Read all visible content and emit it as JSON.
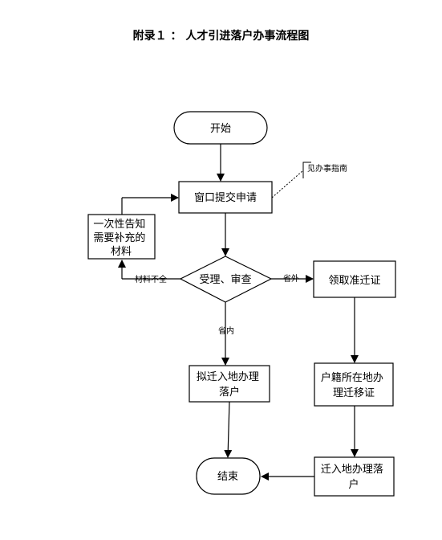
{
  "title": "附录１ ： 人才引进落户办事流程图",
  "nodes": {
    "start": "开始",
    "window_apply": "窗口提交申请",
    "guide_note": "见办事指南",
    "notice_lines": [
      "一次性告知",
      "需要补充的",
      "材料"
    ],
    "review": "受理、审查",
    "get_permit": "领取准迁证",
    "settle_lines": [
      "拟迁入地办理",
      "落户"
    ],
    "migrate_lines": [
      "户籍所在地办",
      "理迁移证"
    ],
    "move_lines": [
      "迁入地办理落",
      "户"
    ],
    "end": "结束"
  },
  "edge_labels": {
    "incomplete": "材料不全",
    "out_province": "省外",
    "in_province": "省内"
  }
}
